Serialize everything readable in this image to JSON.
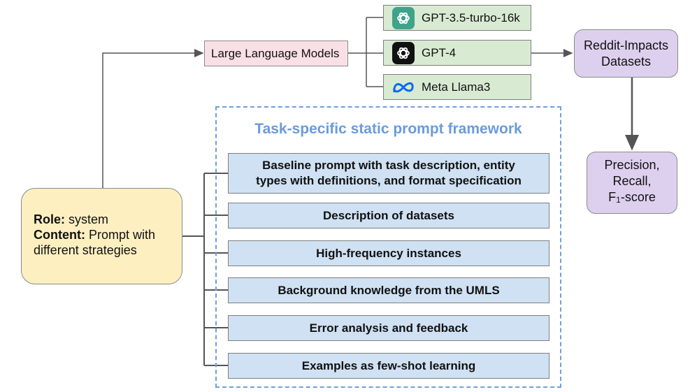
{
  "llm_box": {
    "label": "Large Language Models"
  },
  "models": [
    {
      "label": "GPT-3.5-turbo-16k",
      "icon": "openai-logo-green-icon"
    },
    {
      "label": "GPT-4",
      "icon": "openai-logo-black-icon"
    },
    {
      "label": "Meta Llama3",
      "icon": "meta-logo-icon"
    }
  ],
  "datasets": {
    "label_line1": "Reddit-Impacts",
    "label_line2": "Datasets"
  },
  "metrics": {
    "line1": "Precision,",
    "line2": "Recall,",
    "line3_prefix": "F",
    "line3_sub": "1",
    "line3_suffix": "-score"
  },
  "role_box": {
    "role_key": "Role:",
    "role_value": " system",
    "content_key": "Content:",
    "content_value": " Prompt with",
    "content_value_line2": "different strategies"
  },
  "framework": {
    "title": "Task-specific static prompt framework",
    "steps": [
      {
        "line1": "Baseline prompt with task description, entity",
        "line2": "types with definitions, and format specification"
      },
      {
        "line1": "Description of datasets"
      },
      {
        "line1": "High-frequency instances"
      },
      {
        "line1": "Background knowledge from the UMLS"
      },
      {
        "line1": "Error analysis and feedback"
      },
      {
        "line1": "Examples as few-shot learning"
      }
    ]
  },
  "colors": {
    "llm_fill": "#f8e0e6",
    "model_fill": "#d9ead3",
    "purple_fill": "#ddd0ef",
    "role_fill": "#fdefc0",
    "step_fill": "#cfe1f3",
    "frame_dash": "#6fa0dc"
  }
}
